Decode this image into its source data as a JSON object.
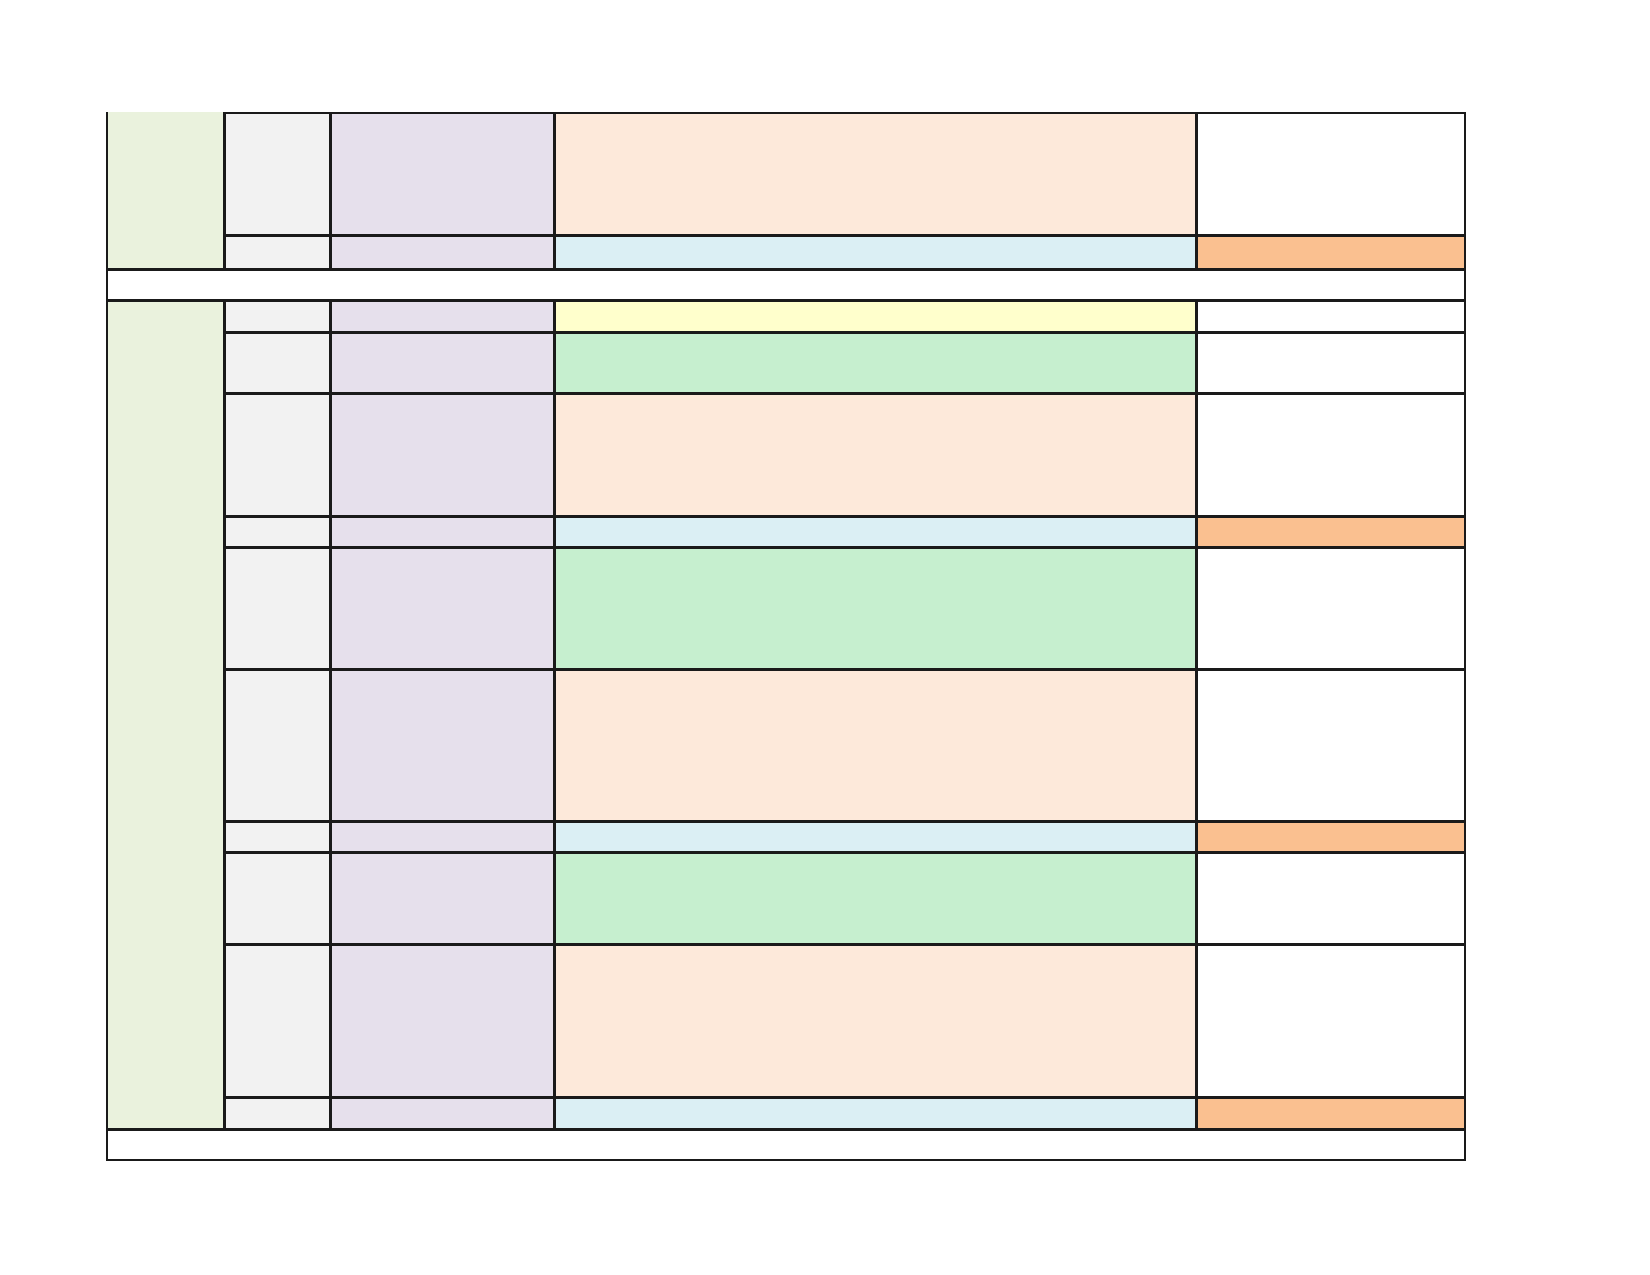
{
  "colors": {
    "unit_band": "#eaf2dd",
    "week": "#f2f2f2",
    "topic": "#e6e0ec",
    "plan": "#ffffcc",
    "practice": "#c6efcf",
    "lesson": "#fde9da",
    "review": "#dbeff4",
    "assessment": "#fac090",
    "blank": "#ffffff",
    "grid_line": "#1a1a1a"
  },
  "unit_bands": [
    {
      "id": "unit-1",
      "label": "",
      "type": "unit_band"
    },
    {
      "id": "unit-2",
      "label": "",
      "type": "unit_band"
    }
  ],
  "spacer_rows": [
    {
      "id": "spacer-1",
      "label": ""
    },
    {
      "id": "spacer-2",
      "label": ""
    }
  ],
  "rows": [
    {
      "id": "r1",
      "week": "",
      "topic": "",
      "description": "",
      "description_type": "lesson",
      "notes": "",
      "notes_type": "blank"
    },
    {
      "id": "r2",
      "week": "",
      "topic": "",
      "description": "",
      "description_type": "review",
      "notes": "",
      "notes_type": "assessment"
    },
    {
      "id": "r3",
      "week": "",
      "topic": "",
      "description": "",
      "description_type": "plan",
      "notes": "",
      "notes_type": "blank"
    },
    {
      "id": "r4",
      "week": "",
      "topic": "",
      "description": "",
      "description_type": "practice",
      "notes": "",
      "notes_type": "blank"
    },
    {
      "id": "r5",
      "week": "",
      "topic": "",
      "description": "",
      "description_type": "lesson",
      "notes": "",
      "notes_type": "blank"
    },
    {
      "id": "r6",
      "week": "",
      "topic": "",
      "description": "",
      "description_type": "review",
      "notes": "",
      "notes_type": "assessment"
    },
    {
      "id": "r7",
      "week": "",
      "topic": "",
      "description": "",
      "description_type": "practice",
      "notes": "",
      "notes_type": "blank"
    },
    {
      "id": "r8",
      "week": "",
      "topic": "",
      "description": "",
      "description_type": "lesson",
      "notes": "",
      "notes_type": "blank"
    },
    {
      "id": "r9",
      "week": "",
      "topic": "",
      "description": "",
      "description_type": "review",
      "notes": "",
      "notes_type": "assessment"
    },
    {
      "id": "r10",
      "week": "",
      "topic": "",
      "description": "",
      "description_type": "practice",
      "notes": "",
      "notes_type": "blank"
    },
    {
      "id": "r11",
      "week": "",
      "topic": "",
      "description": "",
      "description_type": "lesson",
      "notes": "",
      "notes_type": "blank"
    },
    {
      "id": "r12",
      "week": "",
      "topic": "",
      "description": "",
      "description_type": "review",
      "notes": "",
      "notes_type": "assessment"
    }
  ]
}
